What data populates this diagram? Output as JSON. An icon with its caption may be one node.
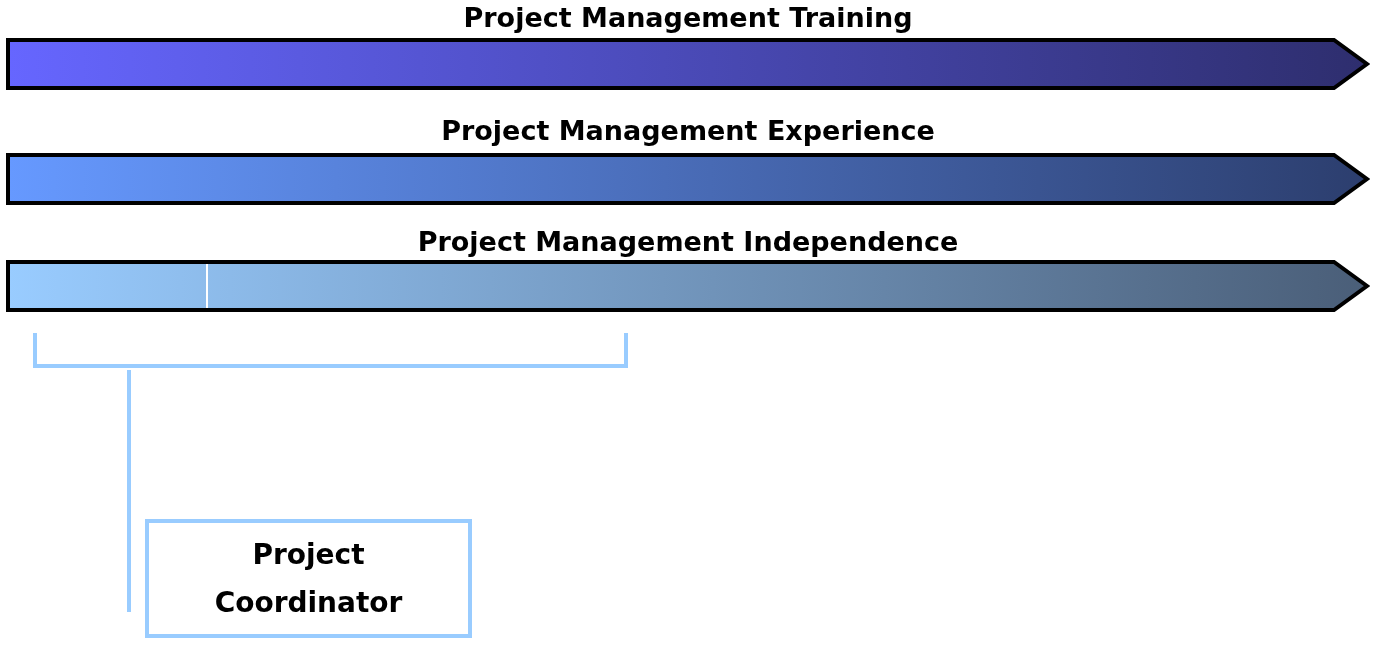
{
  "diagram": {
    "nodes": [
      {
        "text": [
          "Project Management Training"
        ]
      },
      {
        "text": [
          "Project Management Experience"
        ]
      },
      {
        "text": [
          "Project Management Independence"
        ]
      },
      {
        "text": [
          "Project Coordinator"
        ]
      }
    ]
  }
}
